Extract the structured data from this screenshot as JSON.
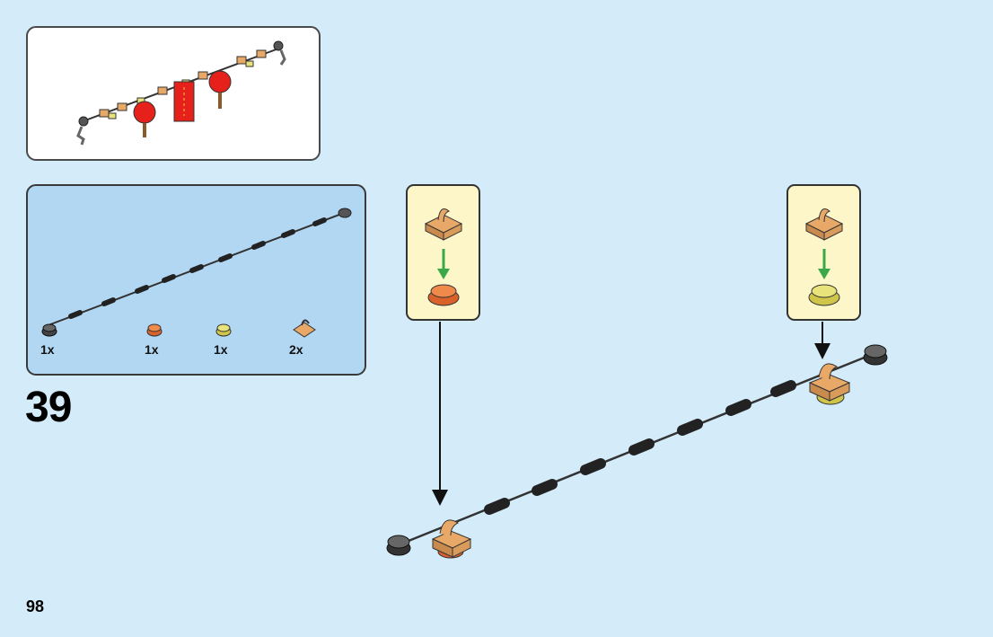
{
  "step": {
    "number": "39"
  },
  "page": {
    "number": "98"
  },
  "parts_list": [
    {
      "name": "black-round-plate-with-bar",
      "quantity": "1x"
    },
    {
      "name": "orange-round-tile",
      "quantity": "1x"
    },
    {
      "name": "yellow-round-tile",
      "quantity": "1x"
    },
    {
      "name": "tan-clip-plate",
      "quantity": "2x"
    }
  ],
  "colors": {
    "background": "#d4ecfa",
    "parts_panel": "#b2d7f3",
    "callout": "#fdf6c9",
    "arrow_green": "#3aa848",
    "tan": "#e8a867",
    "orange": "#d9622b",
    "yellow": "#e8e37a",
    "lantern_red": "#e6211b"
  }
}
